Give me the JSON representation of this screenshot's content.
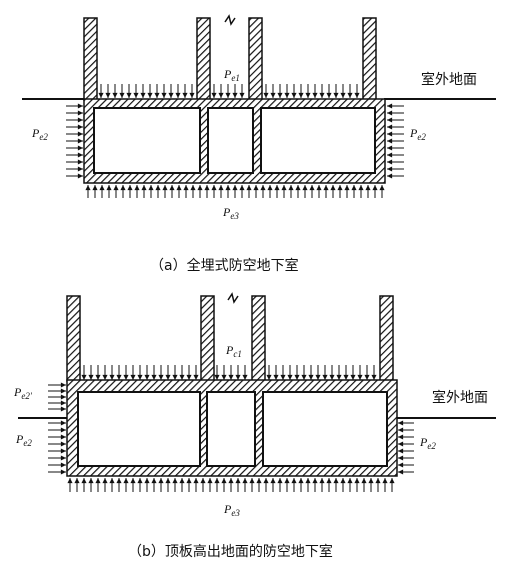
{
  "figure_a": {
    "caption": "（a）全埋式防空地下室",
    "ground_label": "室外地面",
    "pe1": {
      "main": "P",
      "sub": "e1"
    },
    "pe2_left": {
      "main": "P",
      "sub": "e2"
    },
    "pe2_right": {
      "main": "P",
      "sub": "e2"
    },
    "pe3": {
      "main": "P",
      "sub": "e3"
    }
  },
  "figure_b": {
    "caption": "（b）顶板高出地面的防空地下室",
    "ground_label": "室外地面",
    "pe1": {
      "main": "P",
      "sub": "c1"
    },
    "pe2_prime": {
      "main": "P",
      "sub": "e2'"
    },
    "pe2_left": {
      "main": "P",
      "sub": "e2"
    },
    "pe2_right": {
      "main": "P",
      "sub": "e2"
    },
    "pe3": {
      "main": "P",
      "sub": "e3"
    }
  }
}
